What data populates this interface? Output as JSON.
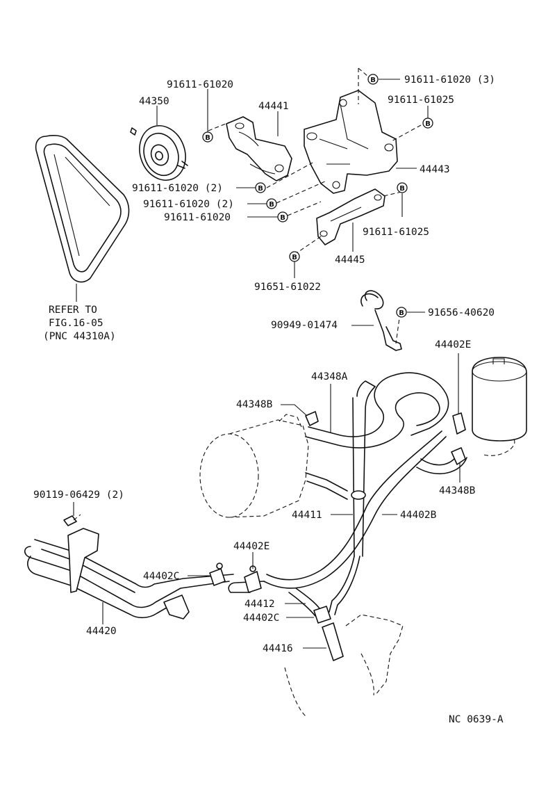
{
  "diagram": {
    "figure_code": "NC 0639-A",
    "bolt_symbol": "B",
    "callouts": {
      "c01": "91611-61020",
      "c02": "44350",
      "c03": "44441",
      "c04": "91611-61020 (3)",
      "c05": "91611-61025",
      "c06": "44443",
      "c07": "91611-61020 (2)",
      "c08": "91611-61020 (2)",
      "c09": "91611-61020",
      "c10": "91611-61025",
      "c11": "44445",
      "c12": "91651-61022",
      "c13": "91656-40620",
      "c14": "90949-01474",
      "c15": "44402E",
      "c16": "44348A",
      "c17": "44348B",
      "c18": "44348B",
      "c19": "90119-06429 (2)",
      "c20": "44411",
      "c21": "44402B",
      "c22": "44402E",
      "c23": "44402C",
      "c24": "44412",
      "c25": "44402C",
      "c26": "44420",
      "c27": "44416"
    },
    "refer_note": {
      "line1": "REFER TO",
      "line2": "FIG.16-05",
      "line3": "(PNC 44310A)"
    }
  }
}
